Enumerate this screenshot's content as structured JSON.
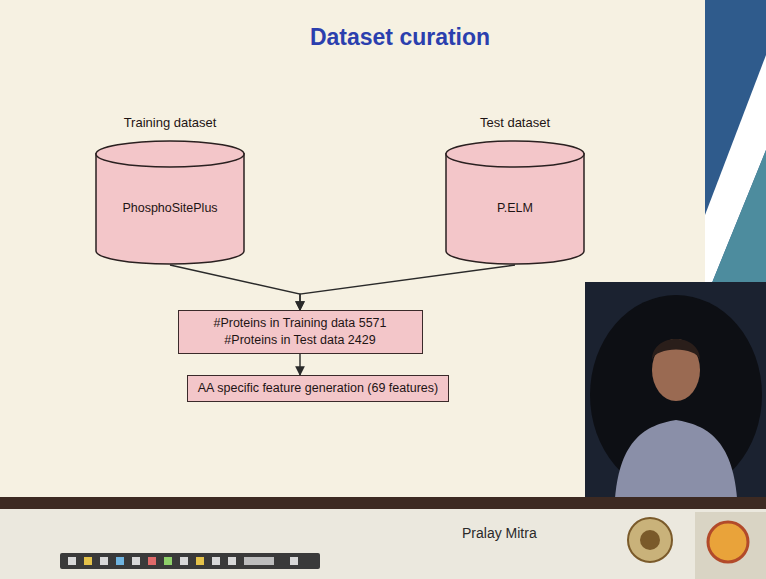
{
  "diagram": {
    "title": "Dataset curation",
    "nodes": [
      {
        "text": [
          "Training dataset",
          "PhosphoSitePlus"
        ]
      },
      {
        "text": [
          "Test dataset",
          "P.ELM"
        ]
      },
      {
        "text": [
          "#Proteins in Training data 5571",
          "#Proteins in Test data 2429"
        ]
      },
      {
        "text": [
          "AA specific feature generation (69 features)"
        ]
      }
    ],
    "edges": [
      {
        "from": 0,
        "to": 2,
        "arrow": "to"
      },
      {
        "from": 1,
        "to": 2,
        "arrow": "to"
      },
      {
        "from": 2,
        "to": 3,
        "arrow": "to"
      }
    ],
    "labels": [
      "Pralay Mitra"
    ]
  }
}
